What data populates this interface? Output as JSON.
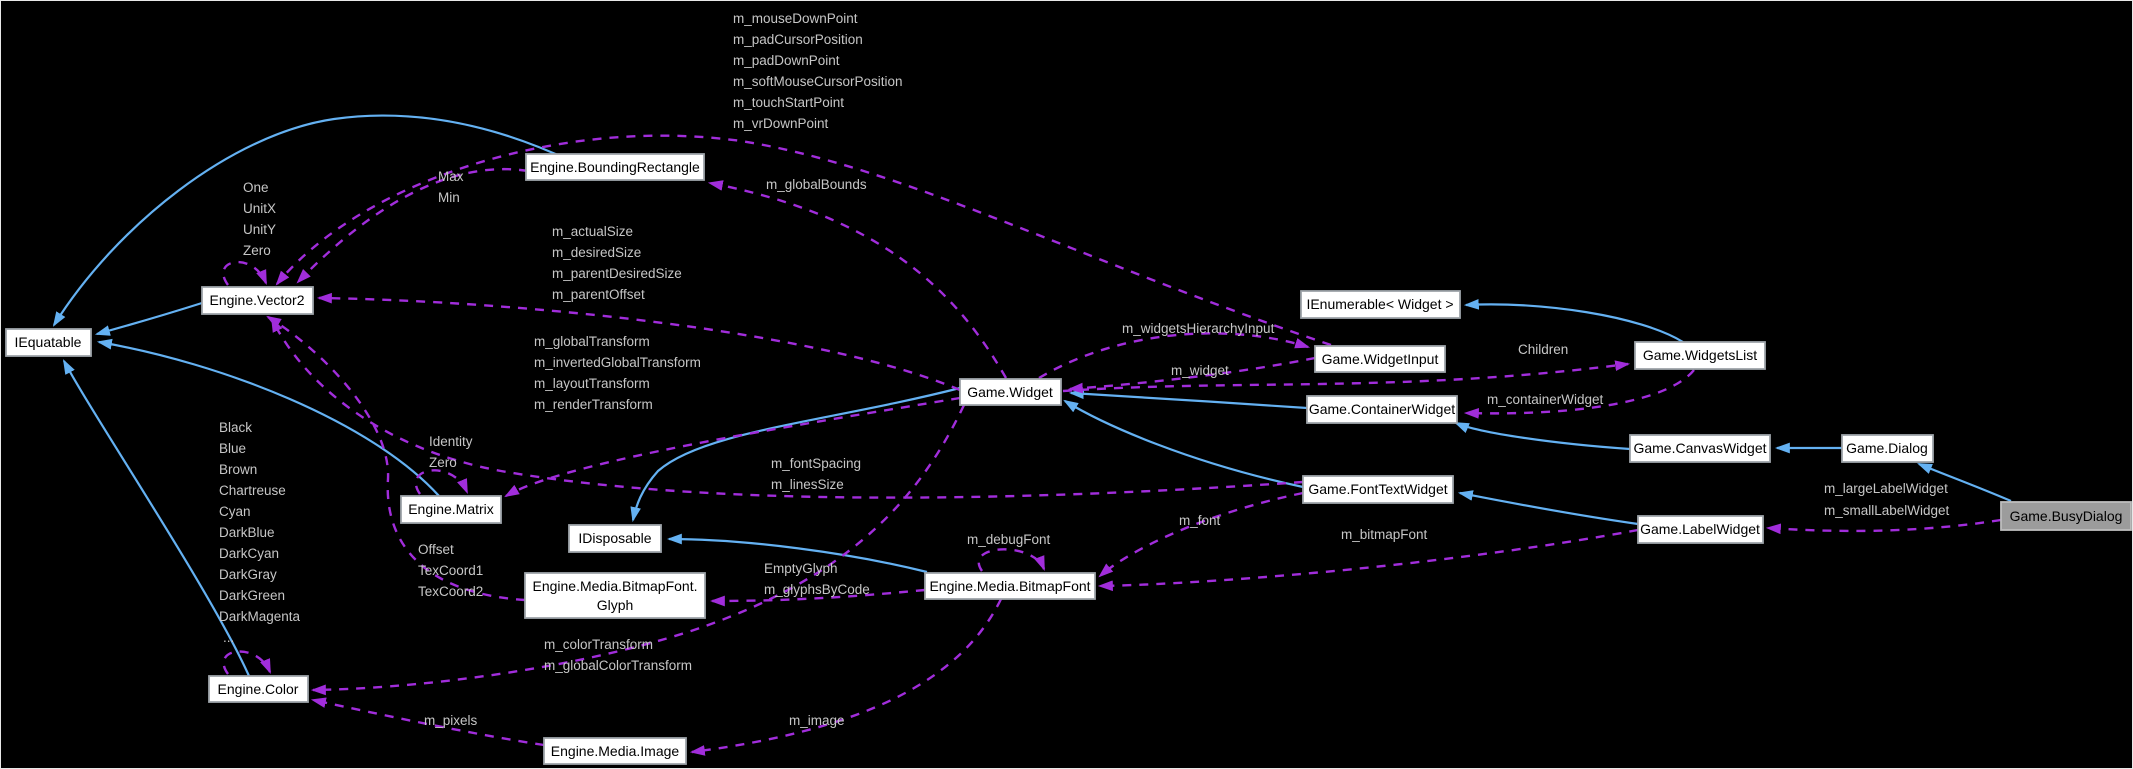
{
  "diagram_type": "doxygen-collaboration-graph",
  "colors": {
    "background": "#000000",
    "inheritance_edge": "#64b1f2",
    "usage_edge": "#a12ddb",
    "node_fill": "#ffffff",
    "node_border": "#9ea4aa",
    "focus_node_fill": "#9c9c9c",
    "edge_label_text": "#c6c6c6",
    "node_text": "#000000"
  },
  "nodes": {
    "iequatable": {
      "label": "IEquatable"
    },
    "vector2": {
      "label": "Engine.Vector2"
    },
    "boundingrect": {
      "label": "Engine.BoundingRectangle"
    },
    "widget": {
      "label": "Game.Widget"
    },
    "ienumerable": {
      "label": "IEnumerable< Widget >"
    },
    "widgetinput": {
      "label": "Game.WidgetInput"
    },
    "widgetslist": {
      "label": "Game.WidgetsList"
    },
    "containerwidget": {
      "label": "Game.ContainerWidget"
    },
    "canvaswidget": {
      "label": "Game.CanvasWidget"
    },
    "dialog": {
      "label": "Game.Dialog"
    },
    "fonttextwidget": {
      "label": "Game.FontTextWidget"
    },
    "labelwidget": {
      "label": "Game.LabelWidget"
    },
    "busydialog": {
      "label": "Game.BusyDialog"
    },
    "matrix": {
      "label": "Engine.Matrix"
    },
    "idisposable": {
      "label": "IDisposable"
    },
    "glyph": {
      "line1": "Engine.Media.BitmapFont.",
      "line2": "Glyph"
    },
    "bitmapfont": {
      "label": "Engine.Media.BitmapFont"
    },
    "color": {
      "label": "Engine.Color"
    },
    "image": {
      "label": "Engine.Media.Image"
    }
  },
  "labels": {
    "widgetinput_vector2": {
      "lines": [
        "m_mouseDownPoint",
        "m_padCursorPosition",
        "m_padDownPoint",
        "m_softMouseCursorPosition",
        "m_touchStartPoint",
        "m_vrDownPoint"
      ]
    },
    "vector2_self": {
      "lines": [
        "One",
        "UnitX",
        "UnitY",
        "Zero"
      ]
    },
    "boundingrect_vector2": {
      "lines": [
        "Max",
        "Min"
      ]
    },
    "widget_boundingrect": {
      "lines": [
        "m_globalBounds"
      ]
    },
    "widget_vector2": {
      "lines": [
        "m_actualSize",
        "m_desiredSize",
        "m_parentDesiredSize",
        "m_parentOffset"
      ]
    },
    "widget_matrix": {
      "lines": [
        "m_globalTransform",
        "m_invertedGlobalTransform",
        "m_layoutTransform",
        "m_renderTransform"
      ]
    },
    "matrix_self": {
      "lines": [
        "Identity",
        "Zero"
      ]
    },
    "glyph_vector2": {
      "lines": [
        "Offset",
        "TexCoord1",
        "TexCoord2"
      ]
    },
    "color_self": {
      "lines": [
        "Black",
        "Blue",
        "Brown",
        "Chartreuse",
        "Cyan",
        "DarkBlue",
        "DarkCyan",
        "DarkGray",
        "DarkGreen",
        "DarkMagenta",
        "..."
      ]
    },
    "widget_widgetinput": {
      "lines": [
        "m_widgetsHierarchyInput"
      ]
    },
    "widgetinput_widget": {
      "lines": [
        "m_widget"
      ]
    },
    "widget_widgetslist": {
      "lines": [
        "Children"
      ]
    },
    "widgetslist_container": {
      "lines": [
        "m_containerWidget"
      ]
    },
    "busydialog_labelwidget": {
      "lines": [
        "m_largeLabelWidget",
        "m_smallLabelWidget"
      ]
    },
    "labelwidget_bitmapfont": {
      "lines": [
        "m_bitmapFont"
      ]
    },
    "fonttext_bitmapfont": {
      "lines": [
        "m_font"
      ]
    },
    "fonttext_vector2": {
      "lines": [
        "m_fontSpacing",
        "m_linesSize"
      ]
    },
    "bitmapfont_self": {
      "lines": [
        "m_debugFont"
      ]
    },
    "bitmapfont_glyph": {
      "lines": [
        "EmptyGlyph",
        "m_glyphsByCode"
      ]
    },
    "widget_color": {
      "lines": [
        "m_colorTransform",
        "m_globalColorTransform"
      ]
    },
    "image_color": {
      "lines": [
        "m_pixels"
      ]
    },
    "bitmapfont_image": {
      "lines": [
        "m_image"
      ]
    }
  },
  "edges": [
    {
      "from": "Engine.BoundingRectangle",
      "to": "IEquatable",
      "type": "inheritance"
    },
    {
      "from": "Engine.Vector2",
      "to": "IEquatable",
      "type": "inheritance"
    },
    {
      "from": "Engine.Matrix",
      "to": "IEquatable",
      "type": "inheritance"
    },
    {
      "from": "Engine.Color",
      "to": "IEquatable",
      "type": "inheritance"
    },
    {
      "from": "Game.Widget",
      "to": "IDisposable",
      "type": "inheritance"
    },
    {
      "from": "Engine.Media.BitmapFont",
      "to": "IDisposable",
      "type": "inheritance"
    },
    {
      "from": "Game.ContainerWidget",
      "to": "Game.Widget",
      "type": "inheritance"
    },
    {
      "from": "Game.FontTextWidget",
      "to": "Game.Widget",
      "type": "inheritance"
    },
    {
      "from": "Game.CanvasWidget",
      "to": "Game.ContainerWidget",
      "type": "inheritance"
    },
    {
      "from": "Game.Dialog",
      "to": "Game.CanvasWidget",
      "type": "inheritance"
    },
    {
      "from": "Game.LabelWidget",
      "to": "Game.FontTextWidget",
      "type": "inheritance"
    },
    {
      "from": "Game.BusyDialog",
      "to": "Game.Dialog",
      "type": "inheritance"
    },
    {
      "from": "Game.WidgetsList",
      "to": "IEnumerable< Widget >",
      "type": "inheritance"
    },
    {
      "from": "Game.WidgetInput",
      "to": "Engine.Vector2",
      "type": "usage",
      "members": [
        "m_mouseDownPoint",
        "m_padCursorPosition",
        "m_padDownPoint",
        "m_softMouseCursorPosition",
        "m_touchStartPoint",
        "m_vrDownPoint"
      ]
    },
    {
      "from": "Engine.Vector2",
      "to": "Engine.Vector2",
      "type": "usage",
      "members": [
        "One",
        "UnitX",
        "UnitY",
        "Zero"
      ]
    },
    {
      "from": "Engine.BoundingRectangle",
      "to": "Engine.Vector2",
      "type": "usage",
      "members": [
        "Max",
        "Min"
      ]
    },
    {
      "from": "Game.Widget",
      "to": "Engine.BoundingRectangle",
      "type": "usage",
      "members": [
        "m_globalBounds"
      ]
    },
    {
      "from": "Game.Widget",
      "to": "Engine.Vector2",
      "type": "usage",
      "members": [
        "m_actualSize",
        "m_desiredSize",
        "m_parentDesiredSize",
        "m_parentOffset"
      ]
    },
    {
      "from": "Game.Widget",
      "to": "Engine.Matrix",
      "type": "usage",
      "members": [
        "m_globalTransform",
        "m_invertedGlobalTransform",
        "m_layoutTransform",
        "m_renderTransform"
      ]
    },
    {
      "from": "Engine.Matrix",
      "to": "Engine.Matrix",
      "type": "usage",
      "members": [
        "Identity",
        "Zero"
      ]
    },
    {
      "from": "Engine.Media.BitmapFont.Glyph",
      "to": "Engine.Vector2",
      "type": "usage",
      "members": [
        "Offset",
        "TexCoord1",
        "TexCoord2"
      ]
    },
    {
      "from": "Engine.Color",
      "to": "Engine.Color",
      "type": "usage",
      "members": [
        "Black",
        "Blue",
        "Brown",
        "Chartreuse",
        "Cyan",
        "DarkBlue",
        "DarkCyan",
        "DarkGray",
        "DarkGreen",
        "DarkMagenta",
        "..."
      ]
    },
    {
      "from": "Game.Widget",
      "to": "Game.WidgetInput",
      "type": "usage",
      "members": [
        "m_widgetsHierarchyInput"
      ]
    },
    {
      "from": "Game.WidgetInput",
      "to": "Game.Widget",
      "type": "usage",
      "members": [
        "m_widget"
      ]
    },
    {
      "from": "Game.Widget",
      "to": "Game.WidgetsList",
      "type": "usage",
      "members": [
        "Children"
      ]
    },
    {
      "from": "Game.WidgetsList",
      "to": "Game.ContainerWidget",
      "type": "usage",
      "members": [
        "m_containerWidget"
      ]
    },
    {
      "from": "Game.BusyDialog",
      "to": "Game.LabelWidget",
      "type": "usage",
      "members": [
        "m_largeLabelWidget",
        "m_smallLabelWidget"
      ]
    },
    {
      "from": "Game.LabelWidget",
      "to": "Engine.Media.BitmapFont",
      "type": "usage",
      "members": [
        "m_bitmapFont"
      ]
    },
    {
      "from": "Game.FontTextWidget",
      "to": "Engine.Media.BitmapFont",
      "type": "usage",
      "members": [
        "m_font"
      ]
    },
    {
      "from": "Game.FontTextWidget",
      "to": "Engine.Vector2",
      "type": "usage",
      "members": [
        "m_fontSpacing",
        "m_linesSize"
      ]
    },
    {
      "from": "Engine.Media.BitmapFont",
      "to": "Engine.Media.BitmapFont",
      "type": "usage",
      "members": [
        "m_debugFont"
      ]
    },
    {
      "from": "Engine.Media.BitmapFont",
      "to": "Engine.Media.BitmapFont.Glyph",
      "type": "usage",
      "members": [
        "EmptyGlyph",
        "m_glyphsByCode"
      ]
    },
    {
      "from": "Game.Widget",
      "to": "Engine.Color",
      "type": "usage",
      "members": [
        "m_colorTransform",
        "m_globalColorTransform"
      ]
    },
    {
      "from": "Engine.Media.Image",
      "to": "Engine.Color",
      "type": "usage",
      "members": [
        "m_pixels"
      ]
    },
    {
      "from": "Engine.Media.BitmapFont",
      "to": "Engine.Media.Image",
      "type": "usage",
      "members": [
        "m_image"
      ]
    }
  ]
}
